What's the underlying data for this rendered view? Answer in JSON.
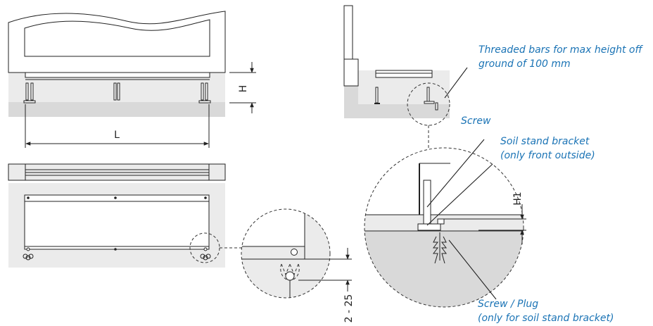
{
  "colors": {
    "floor": "#d9d9d9",
    "wall": "#ebebeb",
    "annotation": "#1a73b5",
    "line": "#222222"
  },
  "labels": {
    "threaded_bars": [
      "Threaded bars for max height off",
      "ground of 100 mm"
    ],
    "screw": "Screw",
    "soil_stand_bracket": [
      "Soil stand bracket",
      "(only front outside)"
    ],
    "screw_plug": [
      "Screw / Plug",
      "(only for soil stand bracket)"
    ]
  },
  "dimensions": {
    "height": "H",
    "length": "L",
    "h1": "H1",
    "gap": "2 - 25"
  }
}
